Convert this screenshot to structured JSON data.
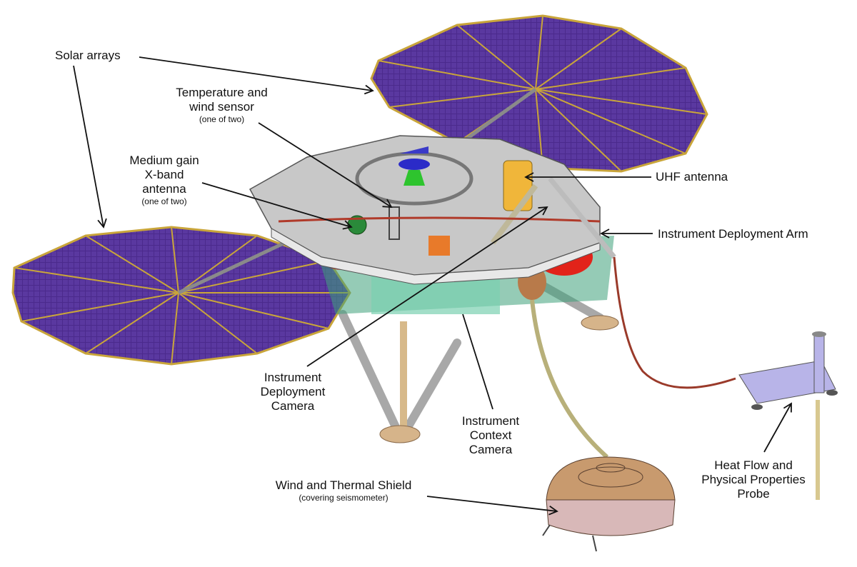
{
  "diagram": {
    "subject": "Mars lander with deployed instruments",
    "colors": {
      "solar_panel": "#4b2a8c",
      "panel_rib": "#c9a53a",
      "deck": "#c8c8c8",
      "deck_edge": "#e8e8e8",
      "uhf_antenna": "#f0b63a",
      "tank_red": "#e2231a",
      "shield_top": "#c89a6e",
      "shield_base": "#d8b8b8",
      "probe_body": "#b8b4e8",
      "tether": "#9a3a2a",
      "leg": "#b0b0b0",
      "leader_line": "#111111"
    },
    "labels": [
      {
        "id": "solar-arrays",
        "title": "Solar arrays",
        "sub": ""
      },
      {
        "id": "temperature-wind-sensor",
        "title": "Temperature and",
        "title2": "wind sensor",
        "sub": "(one of two)"
      },
      {
        "id": "medium-gain-antenna",
        "title": "Medium gain",
        "title2": "X-band",
        "title3": "antenna",
        "sub": "(one of two)"
      },
      {
        "id": "uhf-antenna",
        "title": "UHF antenna",
        "sub": ""
      },
      {
        "id": "instrument-deployment-arm",
        "title": "Instrument Deployment Arm",
        "sub": ""
      },
      {
        "id": "instrument-deployment-camera",
        "title": "Instrument",
        "title2": "Deployment",
        "title3": "Camera",
        "sub": ""
      },
      {
        "id": "instrument-context-camera",
        "title": "Instrument",
        "title2": "Context",
        "title3": "Camera",
        "sub": ""
      },
      {
        "id": "wind-thermal-shield",
        "title": "Wind and Thermal Shield",
        "sub": "(covering seismometer)"
      },
      {
        "id": "heat-flow-probe",
        "title": "Heat Flow and",
        "title2": "Physical Properties",
        "title3": "Probe",
        "sub": ""
      }
    ]
  }
}
